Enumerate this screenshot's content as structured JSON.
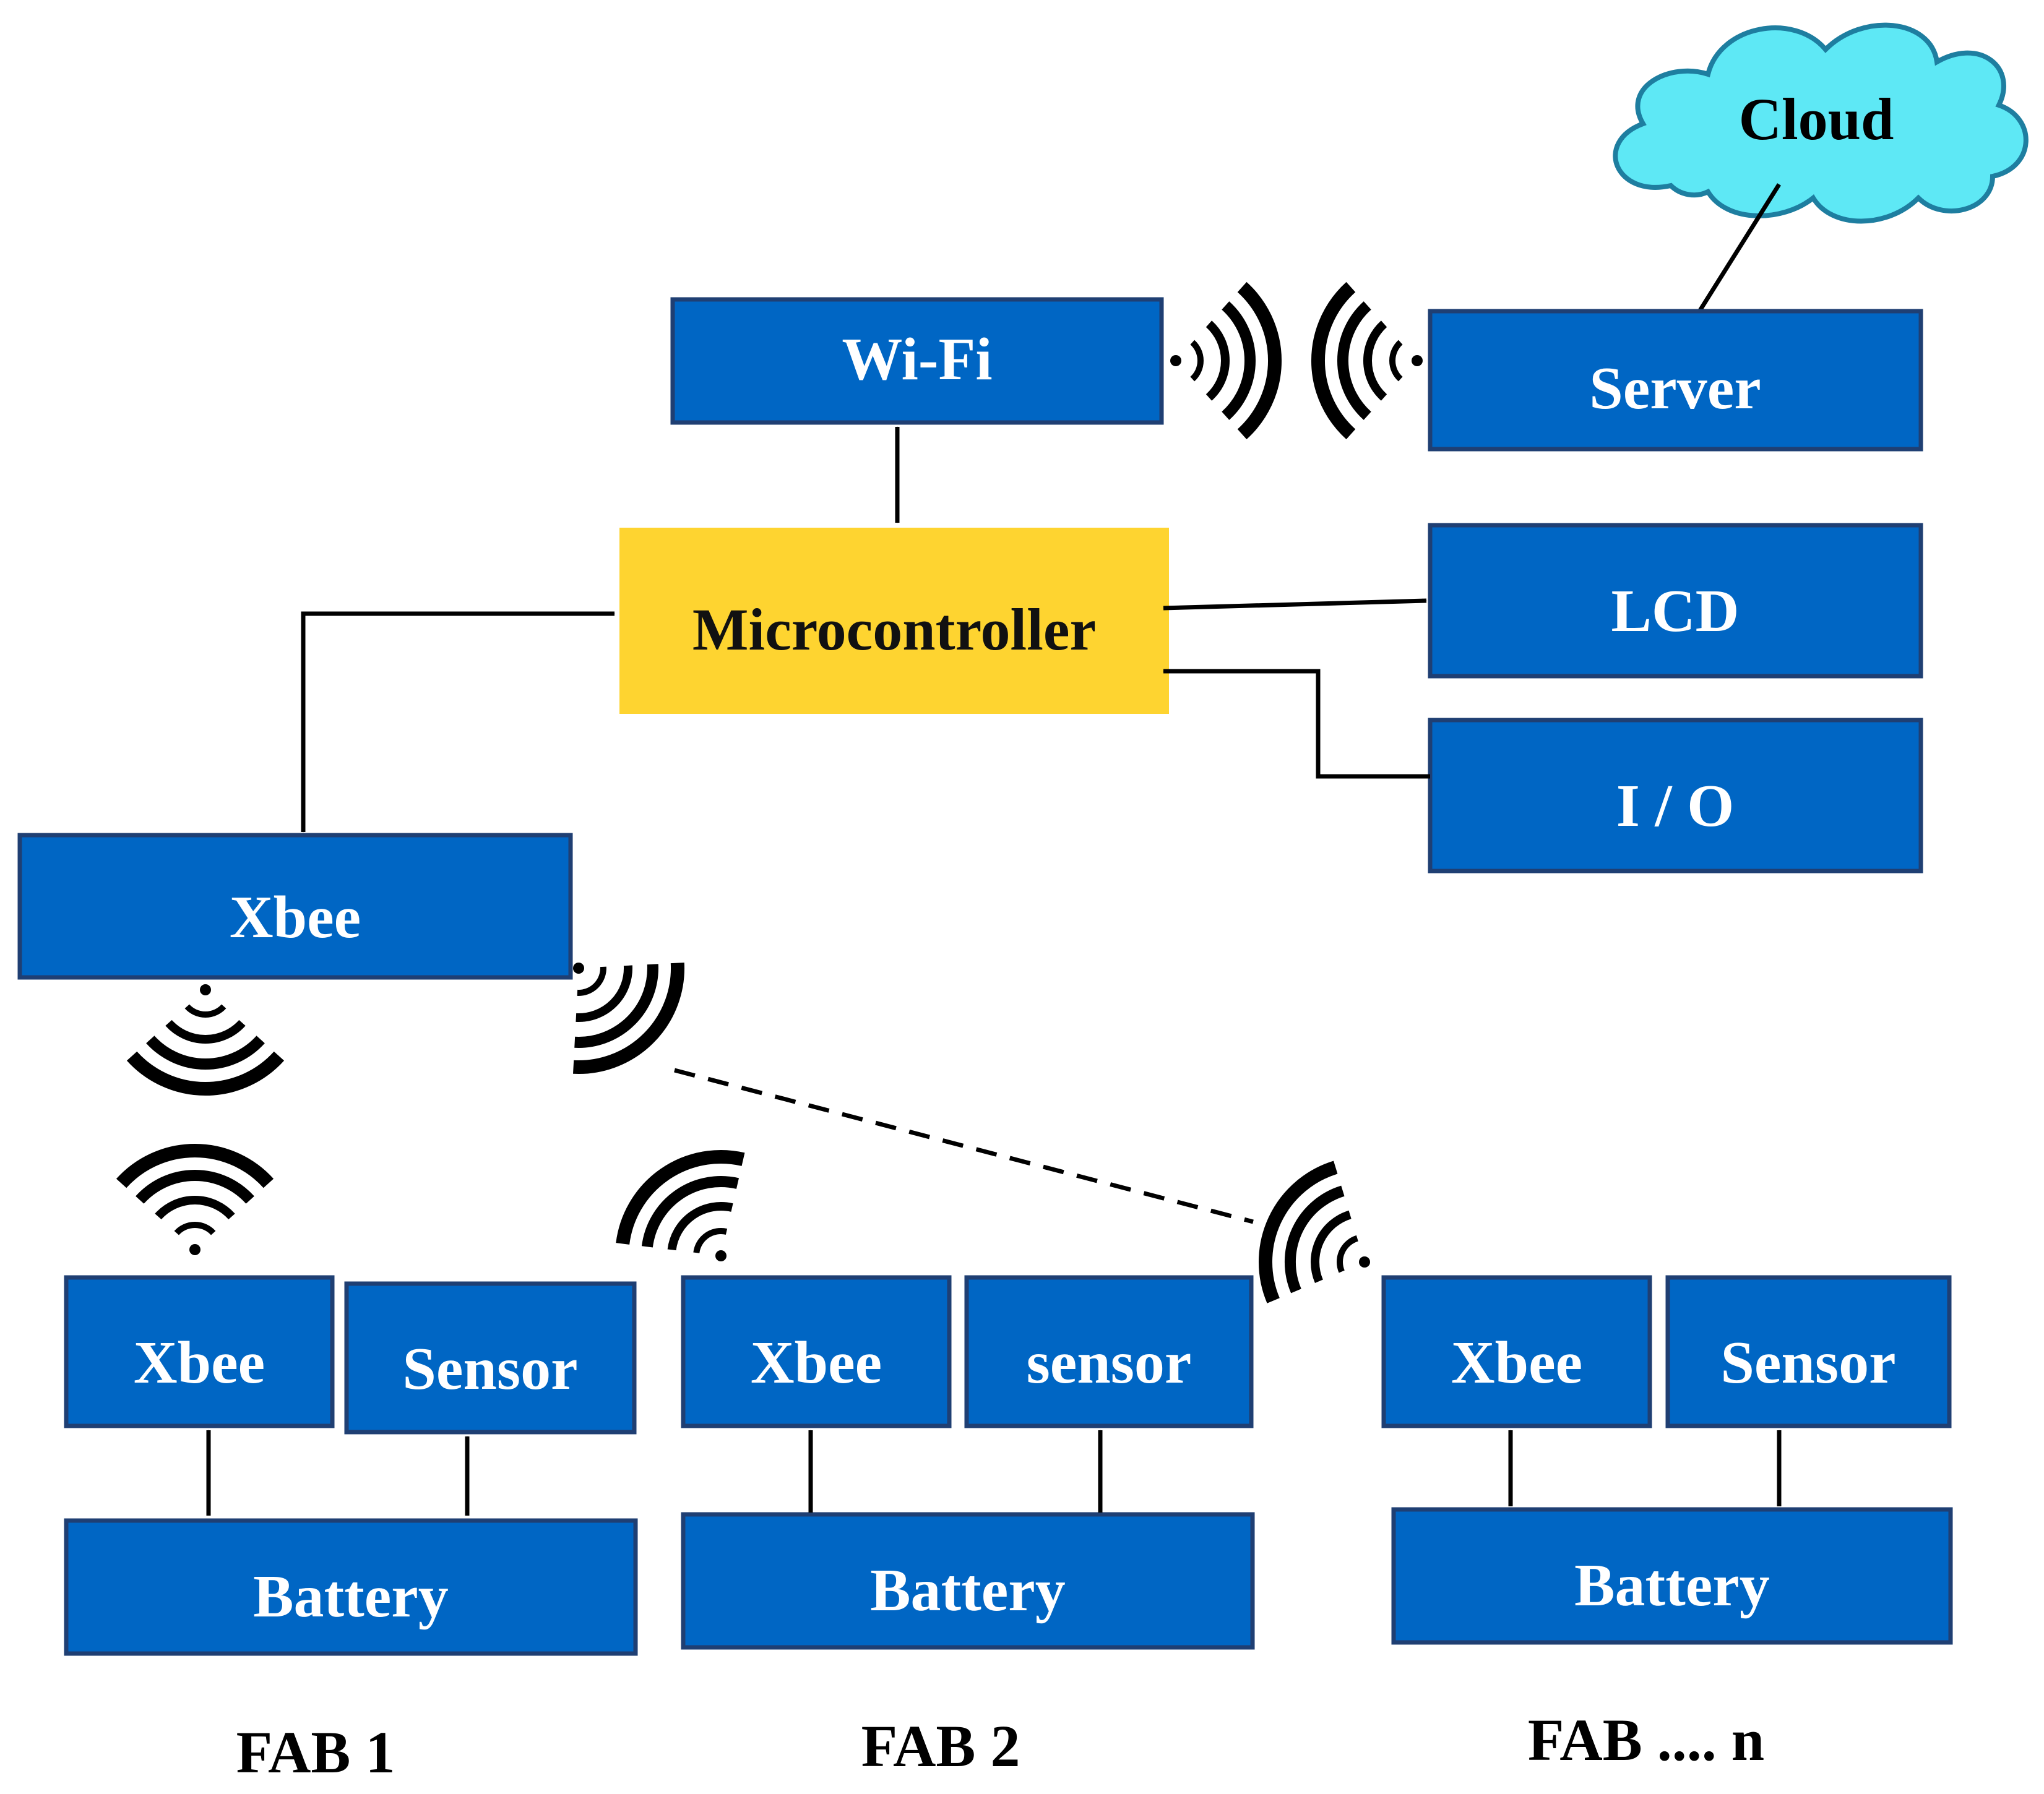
{
  "cloud": {
    "label": "Cloud",
    "fill_color": "#5ee8f5"
  },
  "hub": {
    "wifi": "Wi-Fi",
    "server": "Server",
    "microcontroller": "Microcontroller",
    "lcd": "LCD",
    "io": "I / O",
    "xbee": "Xbee"
  },
  "fabs": [
    {
      "title": "FAB 1",
      "xbee": "Xbee",
      "sensor": "Sensor",
      "battery": "Battery"
    },
    {
      "title": "FAB 2",
      "xbee": "Xbee",
      "sensor": "sensor",
      "battery": "Battery"
    },
    {
      "title": "FAB .... n",
      "xbee": "Xbee",
      "sensor": "Sensor",
      "battery": "Battery"
    }
  ],
  "colors": {
    "block_fill": "#0066c4",
    "block_border": "#1f3f73",
    "microcontroller_fill": "#fed430",
    "text_on_block": "#ffffff"
  }
}
